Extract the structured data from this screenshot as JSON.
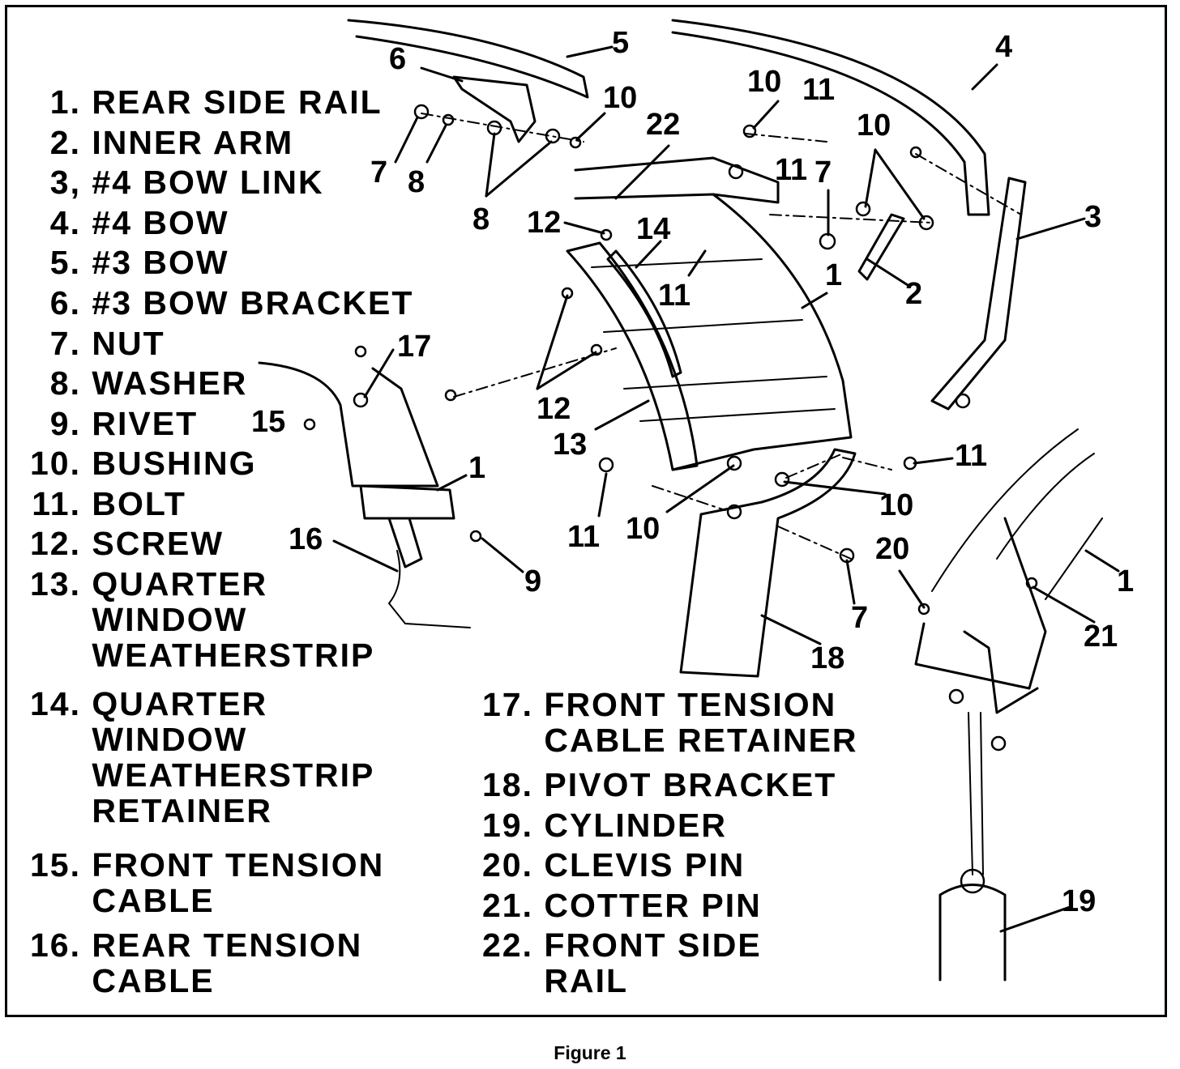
{
  "legend": [
    {
      "num": "1.",
      "lines": [
        "REAR SIDE RAIL"
      ]
    },
    {
      "num": "2.",
      "lines": [
        "INNER ARM"
      ]
    },
    {
      "num": "3,",
      "lines": [
        "#4 BOW LINK"
      ]
    },
    {
      "num": "4.",
      "lines": [
        "#4 BOW"
      ]
    },
    {
      "num": "5.",
      "lines": [
        "#3 BOW"
      ]
    },
    {
      "num": "6.",
      "lines": [
        "#3 BOW BRACKET"
      ]
    },
    {
      "num": "7.",
      "lines": [
        "NUT"
      ]
    },
    {
      "num": "8.",
      "lines": [
        "WASHER"
      ]
    },
    {
      "num": "9.",
      "lines": [
        "RIVET"
      ]
    },
    {
      "num": "10.",
      "lines": [
        "BUSHING"
      ]
    },
    {
      "num": "11.",
      "lines": [
        "BOLT"
      ]
    },
    {
      "num": "12.",
      "lines": [
        "SCREW"
      ]
    },
    {
      "num": "13.",
      "lines": [
        "QUARTER",
        "WINDOW",
        "WEATHERSTRIP"
      ]
    },
    {
      "num": "14.",
      "lines": [
        "QUARTER",
        "WINDOW",
        "WEATHERSTRIP",
        "RETAINER"
      ]
    },
    {
      "num": "15.",
      "lines": [
        "FRONT TENSION",
        "CABLE"
      ]
    },
    {
      "num": "16.",
      "lines": [
        "REAR TENSION",
        "CABLE"
      ]
    },
    {
      "num": "17.",
      "lines": [
        "FRONT TENSION",
        "CABLE RETAINER"
      ]
    },
    {
      "num": "18.",
      "lines": [
        "PIVOT BRACKET"
      ]
    },
    {
      "num": "19.",
      "lines": [
        "CYLINDER"
      ]
    },
    {
      "num": "20.",
      "lines": [
        "CLEVIS PIN"
      ]
    },
    {
      "num": "21.",
      "lines": [
        "COTTER PIN"
      ]
    },
    {
      "num": "22.",
      "lines": [
        "FRONT SIDE",
        "RAIL"
      ]
    }
  ],
  "callouts": [
    "1",
    "1",
    "1",
    "1",
    "2",
    "3",
    "4",
    "5",
    "6",
    "7",
    "7",
    "7",
    "8",
    "8",
    "9",
    "10",
    "10",
    "10",
    "10",
    "10",
    "10",
    "11",
    "11",
    "11",
    "11",
    "11",
    "11",
    "12",
    "12",
    "13",
    "14",
    "15",
    "16",
    "17",
    "18",
    "19",
    "20",
    "21",
    "22"
  ],
  "caption": "Figure 1"
}
